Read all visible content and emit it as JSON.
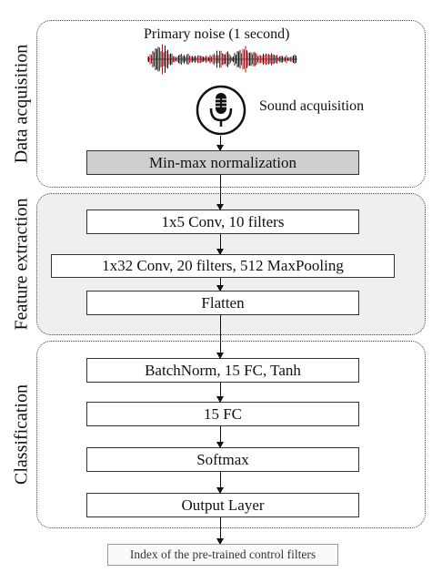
{
  "sections": {
    "acquisition": "Data acquisition",
    "feature": "Feature extraction",
    "classification": "Classification"
  },
  "acquisition": {
    "noise_label": "Primary noise (1 second)",
    "sound_label": "Sound acquisition",
    "normalization": "Min-max normalization"
  },
  "feature": {
    "conv1": "1x5 Conv, 10 filters",
    "conv2": "1x32 Conv, 20 filters, 512 MaxPooling",
    "flatten": "Flatten"
  },
  "classification": {
    "fc1": "BatchNorm, 15 FC, Tanh",
    "fc2": "15 FC",
    "softmax": "Softmax",
    "output": "Output Layer"
  },
  "output_label": "Index of the pre-trained control filters",
  "icons": {
    "wave": "waveform-icon",
    "mic": "microphone-icon"
  },
  "colors": {
    "waveform_main": "#b0181f",
    "waveform_shadow": "#1a1a1a",
    "normalization_fill": "#cfcfcf",
    "feature_bg": "#efefef"
  }
}
